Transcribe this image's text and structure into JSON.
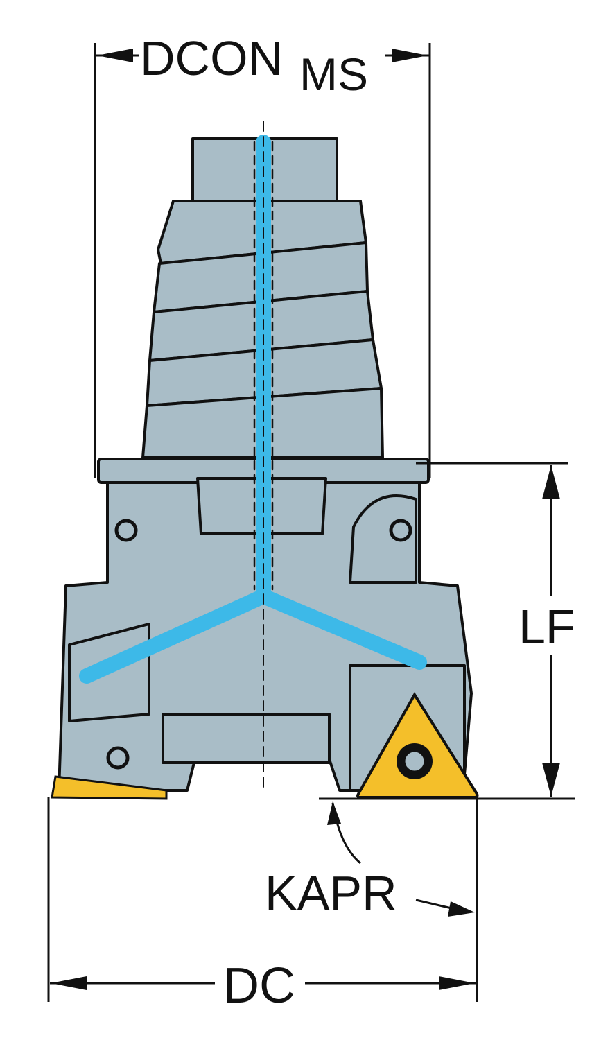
{
  "title": "Milling cutter dimension drawing",
  "labels": {
    "dcon": "DCON",
    "dcon_sub": "MS",
    "lf": "LF",
    "kapr": "KAPR",
    "dc": "DC"
  },
  "colors": {
    "body": "#a9bdc7",
    "body_dark": "#8fa4ae",
    "coolant": "#3db9e8",
    "insert": "#f4bf2a",
    "line": "#111111"
  }
}
